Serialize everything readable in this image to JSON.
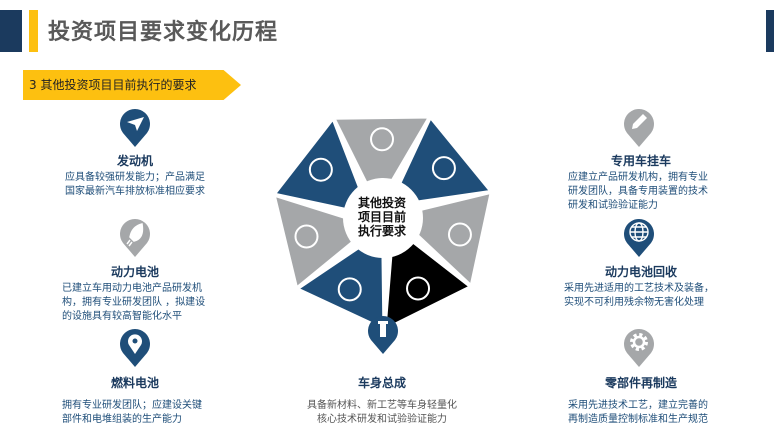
{
  "header": {
    "title": "投资项目要求变化历程"
  },
  "section": {
    "label": "3 其他投资项目目前执行的要求"
  },
  "center": {
    "line1": "其他投资",
    "line2": "项目目前",
    "line3": "执行要求"
  },
  "colors": {
    "navy": "#1f4e79",
    "gray": "#a5a7a9",
    "black": "#000000",
    "yellow": "#fdc010"
  },
  "items": [
    {
      "title": "发动机",
      "desc": "应具备较强研发能力；产品满足国家最新汽车排放标准相应要求",
      "icon": "paper-plane-icon"
    },
    {
      "title": "动力电池",
      "desc": "已建立车用动力电池产品研发机构，拥有专业研发团队 ，拟建设的设施具有较高智能化水平",
      "icon": "rocket-icon"
    },
    {
      "title": "燃料电池",
      "desc": "拥有专业研发团队；应建设关键部件和电堆组装的生产能力",
      "icon": "location-icon"
    },
    {
      "title": "车身总成",
      "desc": "具备新材料、新工艺等车身轻量化核心技术研发和试验验证能力",
      "icon": "tool-icon"
    },
    {
      "title": "专用车挂车",
      "desc": "应建立产品研发机构，拥有专业研发团队，具备专用装置的技术研发和试验验证能力",
      "icon": "pencil-icon"
    },
    {
      "title": "动力电池回收",
      "desc": "采用先进适用的工艺技术及装备，实现不可利用残余物无害化处理",
      "icon": "globe-icon"
    },
    {
      "title": "零部件再制造",
      "desc": "采用先进技术工艺，建立完善的再制造质量控制标准和生产规范",
      "icon": "gear-icon"
    }
  ]
}
